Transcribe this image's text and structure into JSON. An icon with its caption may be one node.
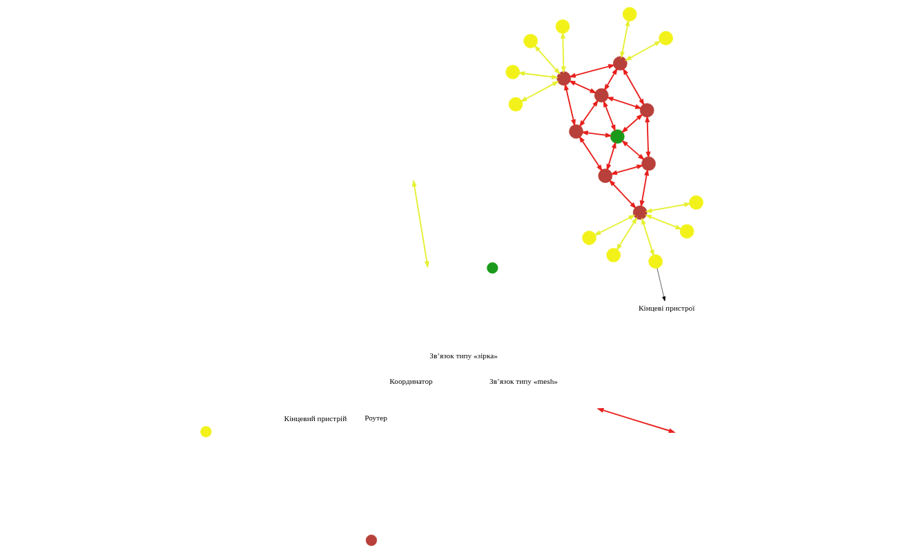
{
  "diagram": {
    "nodes": [
      {
        "text": [],
        "shape": "circle"
      },
      {
        "text": [],
        "shape": "circle"
      },
      {
        "text": [
          "Кінцеві пристрої"
        ]
      },
      {
        "text": [],
        "shape": "circle"
      },
      {
        "text": [],
        "shape": "circle"
      },
      {
        "text": [],
        "shape": "circle"
      },
      {
        "text": [],
        "shape": "circle"
      },
      {
        "text": [],
        "shape": "circle"
      },
      {
        "text": [],
        "shape": "circle"
      },
      {
        "text": [],
        "shape": "circle"
      },
      {
        "text": [],
        "shape": "circle"
      },
      {
        "text": [],
        "shape": "circle"
      },
      {
        "text": [],
        "shape": "circle"
      },
      {
        "text": [],
        "shape": "circle"
      },
      {
        "text": [],
        "shape": "circle"
      },
      {
        "text": [],
        "shape": "circle"
      },
      {
        "text": [],
        "shape": "circle"
      },
      {
        "text": [],
        "shape": "circle"
      },
      {
        "text": [],
        "shape": "circle"
      },
      {
        "text": [],
        "shape": "circle"
      },
      {
        "text": [],
        "shape": "circle"
      }
    ],
    "edges": [
      {
        "from": 8,
        "to": 0,
        "arrow": "both",
        "color": "#e6f032"
      },
      {
        "from": 8,
        "to": 1,
        "arrow": "both",
        "color": "#e6f032"
      },
      {
        "from": 8,
        "to": 4,
        "arrow": "both",
        "color": "#e6f032"
      },
      {
        "from": 8,
        "to": 10,
        "arrow": "both",
        "color": "#e6f032"
      },
      {
        "from": 8,
        "to": 12,
        "arrow": "both",
        "color": "#e6f032"
      },
      {
        "from": 9,
        "to": 3,
        "arrow": "both",
        "color": "#e6f032"
      },
      {
        "from": 9,
        "to": 5,
        "arrow": "both",
        "color": "#e6f032"
      },
      {
        "from": 16,
        "to": 15,
        "arrow": "both",
        "color": "#e6f032"
      },
      {
        "from": 16,
        "to": 17,
        "arrow": "both",
        "color": "#e6f032"
      },
      {
        "from": 16,
        "to": 19,
        "arrow": "both",
        "color": "#e6f032"
      },
      {
        "from": 16,
        "to": 20,
        "arrow": "both",
        "color": "#e6f032"
      },
      {
        "from": 1,
        "to": 2,
        "arrow": "to",
        "color": "#000000"
      },
      {
        "from": 8,
        "to": 6,
        "arrow": "both"
      },
      {
        "from": 8,
        "to": 11,
        "arrow": "both"
      },
      {
        "from": 11,
        "to": 6,
        "arrow": "both"
      },
      {
        "from": 6,
        "to": 14,
        "arrow": "both"
      },
      {
        "from": 6,
        "to": 7,
        "arrow": "both"
      },
      {
        "from": 7,
        "to": 14,
        "arrow": "both"
      },
      {
        "from": 7,
        "to": 13,
        "arrow": "both"
      },
      {
        "from": 7,
        "to": 9,
        "arrow": "both"
      },
      {
        "from": 9,
        "to": 13,
        "arrow": "both"
      },
      {
        "from": 9,
        "to": 16,
        "arrow": "both"
      },
      {
        "from": 11,
        "to": 14,
        "arrow": "both"
      },
      {
        "from": 11,
        "to": 18,
        "arrow": "both"
      },
      {
        "from": 14,
        "to": 13,
        "arrow": "both"
      },
      {
        "from": 14,
        "to": 18,
        "arrow": "both"
      },
      {
        "from": 13,
        "to": 18,
        "arrow": "both"
      },
      {
        "from": 13,
        "to": 16,
        "arrow": "both"
      },
      {
        "from": 18,
        "to": 16,
        "arrow": "both"
      }
    ],
    "legend": [
      {
        "text": "Зв’язок типу «mesh»"
      },
      {
        "text": "Зв’язок типу «зірка»"
      },
      {
        "text": "Координатор"
      },
      {
        "text": "Роутер"
      },
      {
        "text": "Кінцевий пристрій"
      }
    ]
  }
}
